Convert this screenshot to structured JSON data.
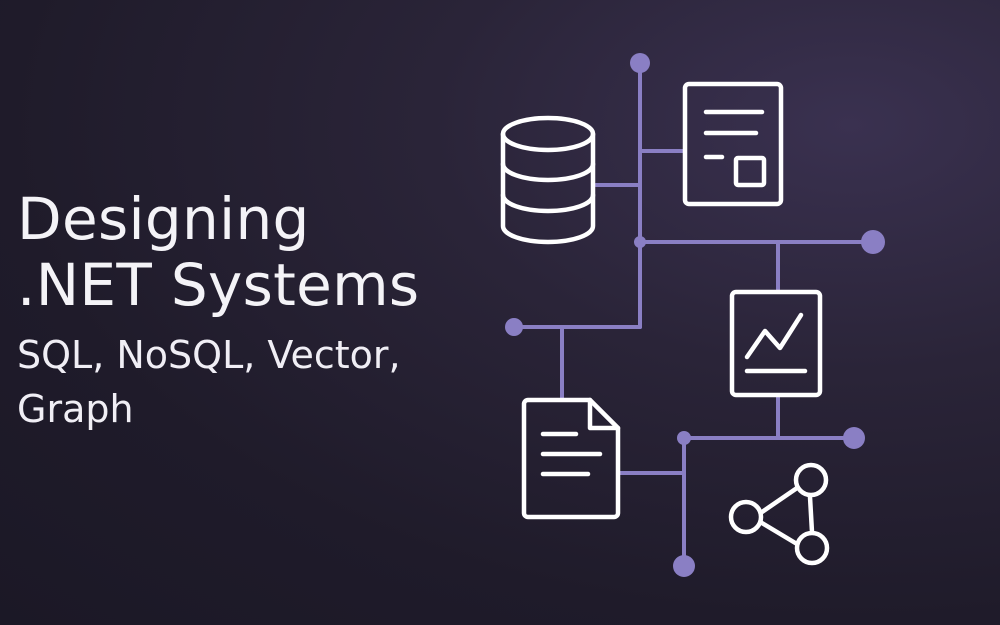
{
  "title": {
    "line1": "Designing",
    "line2": ".NET Systems"
  },
  "subtitle": "SQL, NoSQL, Vector, Graph",
  "icons": [
    "database-icon",
    "document-form-icon",
    "line-chart-icon",
    "file-icon",
    "graph-network-icon"
  ],
  "colors": {
    "background": "#1f1b2a",
    "text": "#f4f3f7",
    "accent": "#8a7fc4",
    "icon_stroke": "#ffffff"
  }
}
